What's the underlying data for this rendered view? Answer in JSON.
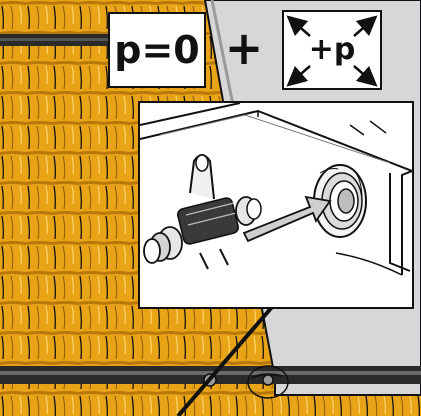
{
  "labels": {
    "pressure_zero": "p=0",
    "combine": "+",
    "pressure_add": "+p"
  },
  "scene": {
    "roof_tile_color": "#E8A317",
    "tile_shadow_color": "#B8780A",
    "panel_color": "#D7D7D9",
    "rail_color": "#2A2A2A",
    "icons": [
      "roof-tiles",
      "solar-panel",
      "mounting-rail",
      "connector-coupling",
      "insertion-arrow",
      "pipe-line",
      "clamp-circle"
    ]
  }
}
